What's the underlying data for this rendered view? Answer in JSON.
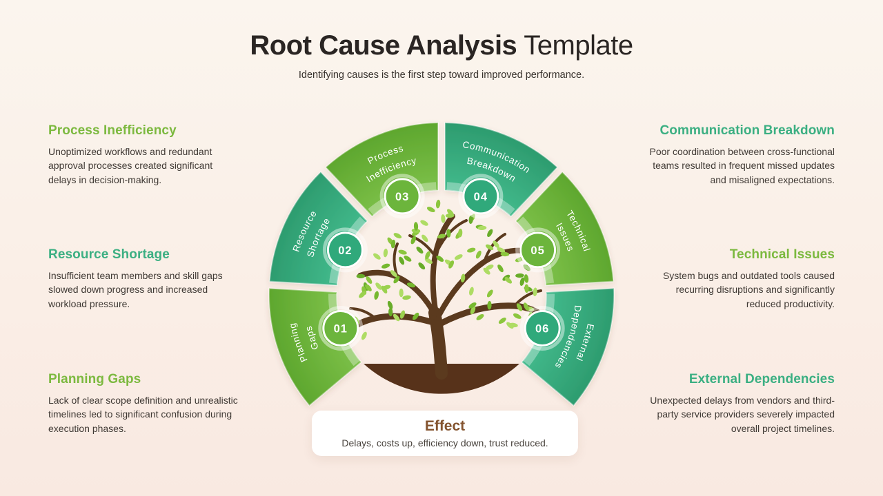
{
  "header": {
    "title_bold": "Root Cause Analysis",
    "title_light": "Template",
    "subtitle": "Identifying causes is the first step toward improved performance."
  },
  "panels": {
    "left": [
      {
        "title": "Process Inefficiency",
        "color": "heading_green",
        "description": "Unoptimized workflows and redundant approval processes created significant delays in decision-making."
      },
      {
        "title": "Resource Shortage",
        "color": "heading_teal",
        "description": "Insufficient team members and skill gaps slowed down progress and increased workload pressure."
      },
      {
        "title": "Planning Gaps",
        "color": "heading_green",
        "description": "Lack of clear scope definition and unrealistic timelines led to significant confusion during execution phases."
      }
    ],
    "right": [
      {
        "title": "Communication Breakdown",
        "color": "heading_teal",
        "description": "Poor coordination between cross-functional teams resulted in frequent missed updates and misaligned expectations."
      },
      {
        "title": "Technical Issues",
        "color": "heading_green",
        "description": "System bugs and outdated tools caused recurring disruptions and significantly reduced productivity."
      },
      {
        "title": "External Dependencies",
        "color": "heading_teal",
        "description": "Unexpected delays from vendors and third-party service providers severely impacted overall project timelines."
      }
    ]
  },
  "diagram": {
    "segments": [
      {
        "number": "01",
        "label_line1": "Planning",
        "label_line2": "Gaps",
        "scheme": "green"
      },
      {
        "number": "02",
        "label_line1": "Resource",
        "label_line2": "Shortage",
        "scheme": "teal"
      },
      {
        "number": "03",
        "label_line1": "Process",
        "label_line2": "Inefficiency",
        "scheme": "green"
      },
      {
        "number": "04",
        "label_line1": "Communication",
        "label_line2": "Breakdown",
        "scheme": "teal"
      },
      {
        "number": "05",
        "label_line1": "Technical",
        "label_line2": "Issues",
        "scheme": "green"
      },
      {
        "number": "06",
        "label_line1": "External",
        "label_line2": "Dependencies",
        "scheme": "teal"
      }
    ],
    "center_illustration": "tree-icon"
  },
  "effect_card": {
    "title": "Effect",
    "description": "Delays, costs up, efficiency down, trust reduced."
  },
  "colors": {
    "heading_green": "#7cb93f",
    "heading_teal": "#3baf82",
    "green_light": "#7fc24b",
    "green_dark": "#5ea72e",
    "teal_light": "#44bc8e",
    "teal_dark": "#2d9c6f",
    "badge_green": "#6cb53c",
    "badge_teal": "#30a97b",
    "trunk_brown": "#5b3a1e",
    "mound_brown": "#57321a",
    "effect_title": "#84542f",
    "title_text": "#2a2523"
  }
}
